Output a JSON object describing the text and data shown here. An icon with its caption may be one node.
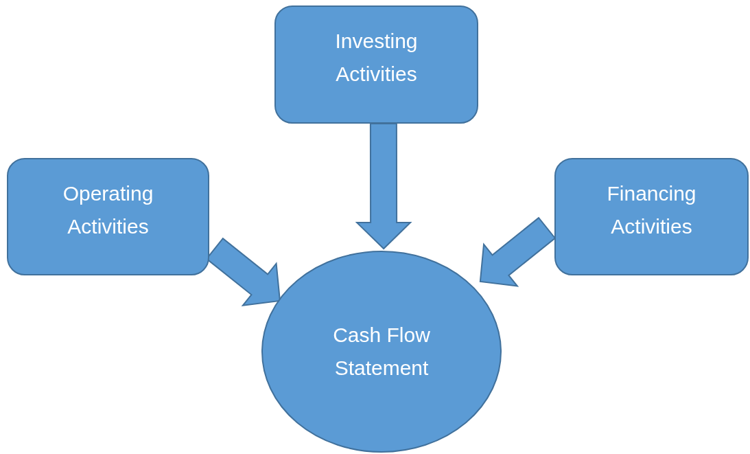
{
  "diagram": {
    "nodes": [
      {
        "text": [
          "Investing Activities"
        ]
      },
      {
        "text": [
          "Operating Activities"
        ]
      },
      {
        "text": [
          "Financing Activities"
        ]
      },
      {
        "text": [
          "Cash Flow Statement"
        ]
      }
    ],
    "edges": [
      {
        "from": 0,
        "to": 3,
        "arrow": "to"
      },
      {
        "from": 1,
        "to": 3,
        "arrow": "to"
      },
      {
        "from": 2,
        "to": 3,
        "arrow": "to"
      }
    ]
  }
}
